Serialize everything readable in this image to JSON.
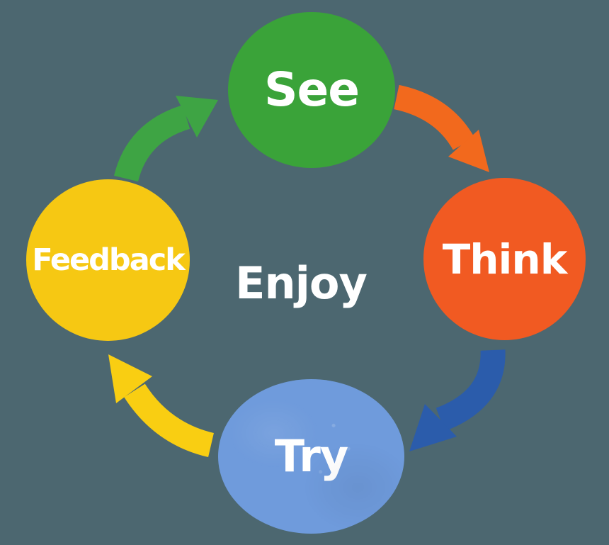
{
  "background_color": "#4C6770",
  "center": {
    "label": "Enjoy",
    "text_color": "#FFFFFF"
  },
  "nodes": [
    {
      "id": "see",
      "label": "See",
      "color": "#3AA339",
      "text_color": "#FFFFFF",
      "position": "top"
    },
    {
      "id": "think",
      "label": "Think",
      "color": "#F15A22",
      "text_color": "#FFFFFF",
      "position": "right"
    },
    {
      "id": "try",
      "label": "Try",
      "color": "#6F9BDC",
      "text_color": "#FFFFFF",
      "position": "bottom"
    },
    {
      "id": "feedback",
      "label": "Feedback",
      "color": "#F6C813",
      "text_color": "#FFFFFF",
      "position": "left"
    }
  ],
  "arrows": [
    {
      "id": "see-to-think",
      "from": "See",
      "to": "Think",
      "color": "#F2691D"
    },
    {
      "id": "think-to-try",
      "from": "Think",
      "to": "Try",
      "color": "#2B5CAB"
    },
    {
      "id": "try-to-feedback",
      "from": "Try",
      "to": "Feedback",
      "color": "#F9CE12"
    },
    {
      "id": "feedback-to-see",
      "from": "Feedback",
      "to": "See",
      "color": "#3EA444"
    }
  ]
}
